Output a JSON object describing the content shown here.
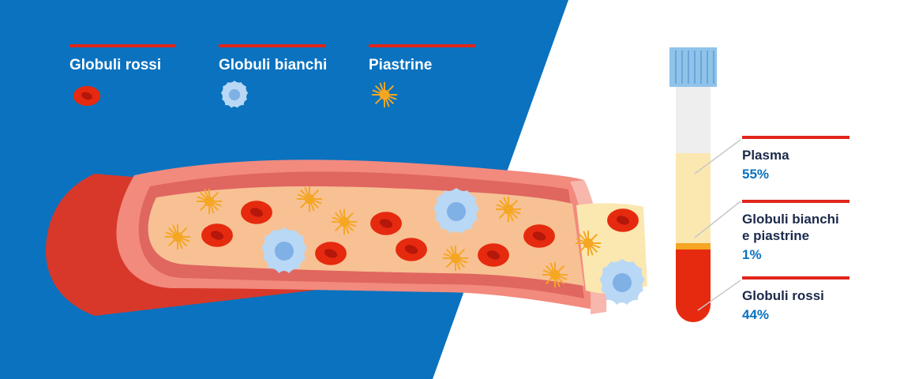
{
  "colors": {
    "background_blue": "#0a72bf",
    "accent_red": "#e1251b",
    "red_cell": "#e62a0f",
    "white_cell": "#b9d8f5",
    "platelet": "#f5a623",
    "plasma": "#fbe7b0",
    "text_dark": "#1b2a4a",
    "value_blue": "#0a72bf"
  },
  "legend": [
    {
      "label": "Globuli rossi",
      "icon": "red-blood-cell-icon"
    },
    {
      "label": "Globuli bianchi",
      "icon": "white-blood-cell-icon"
    },
    {
      "label": "Piastrine",
      "icon": "platelet-icon"
    }
  ],
  "tube": {
    "components": [
      {
        "label": "Plasma",
        "value": "55%"
      },
      {
        "label": "Globuli bianchi e piastrine",
        "value": "1%"
      },
      {
        "label": "Globuli rossi",
        "value": "44%"
      }
    ]
  }
}
